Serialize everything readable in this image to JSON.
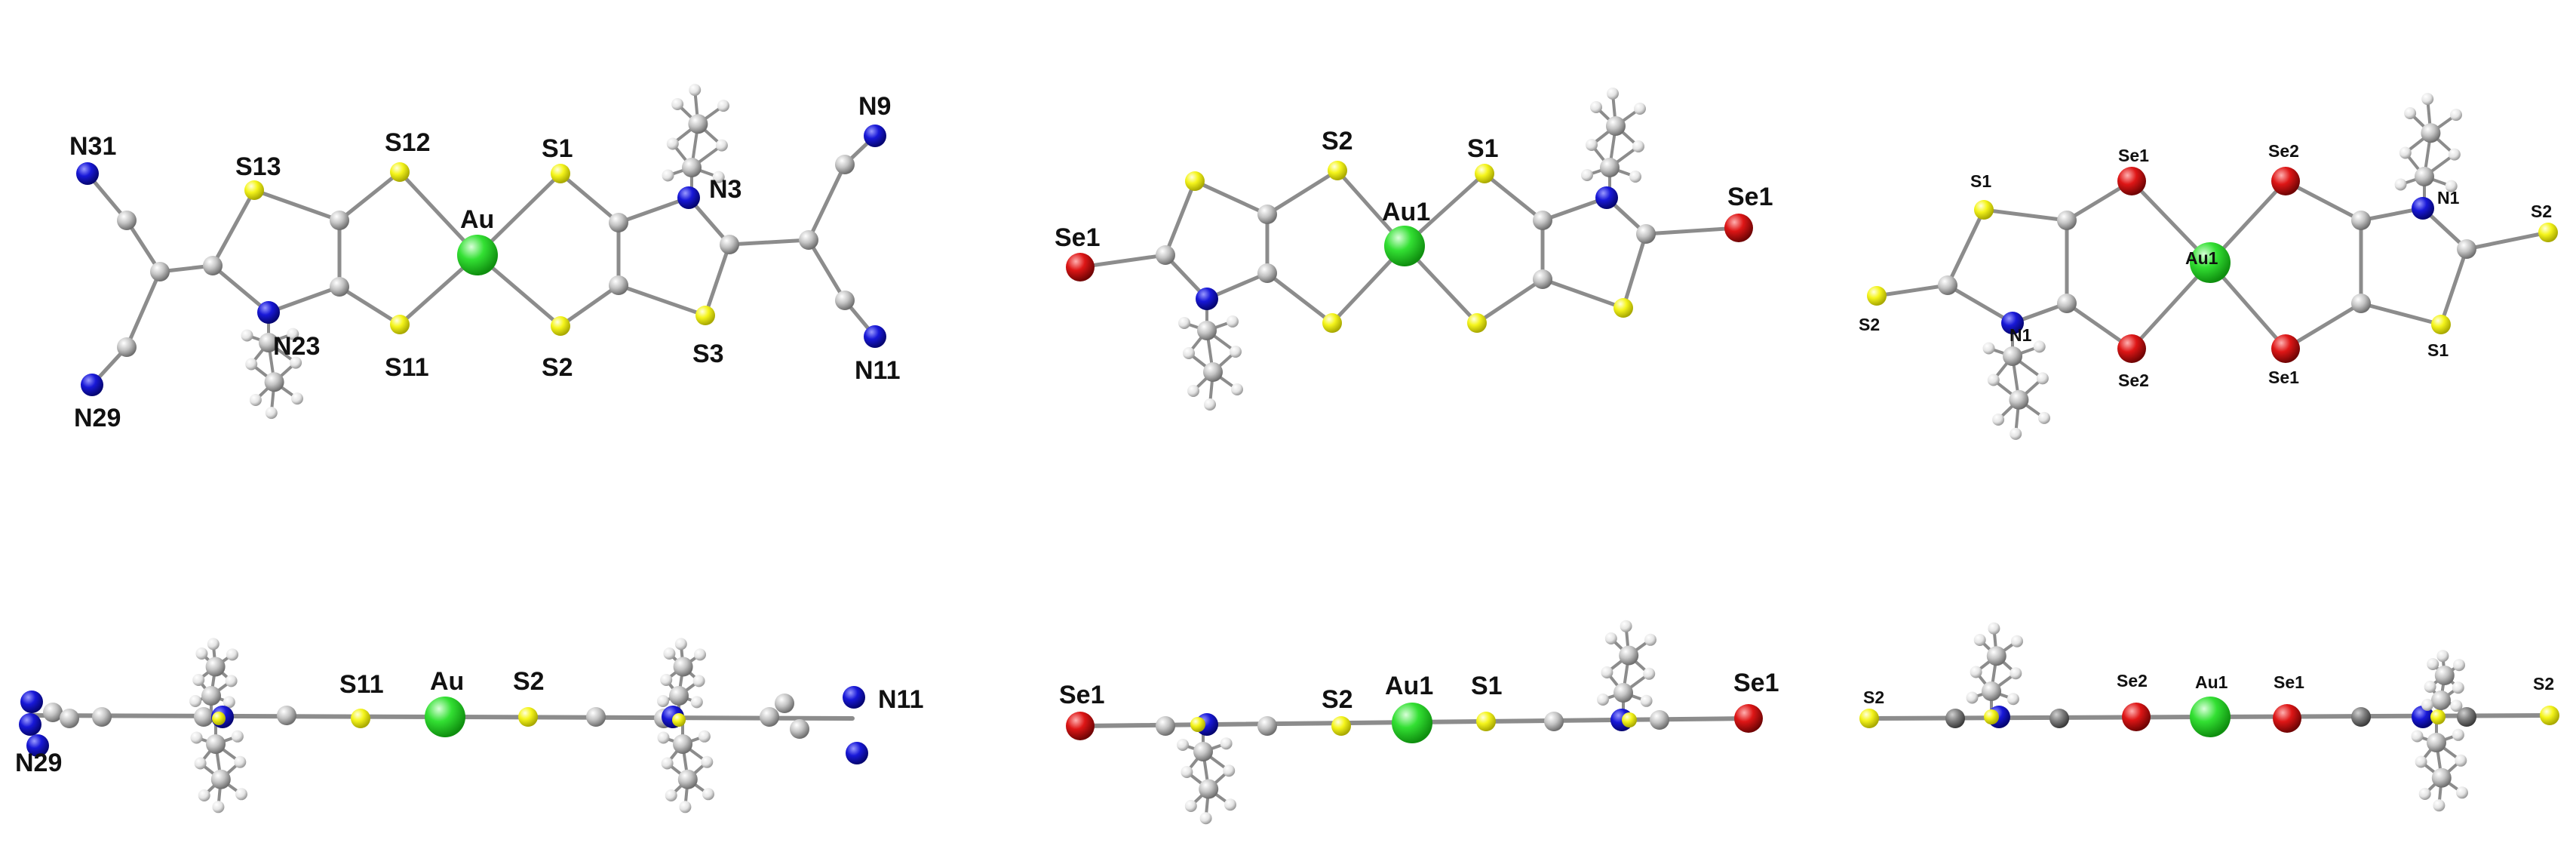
{
  "colors": {
    "gold": "#22dd22",
    "sulfur": "#f2f21a",
    "nitrogen": "#1515d6",
    "selenium": "#dd1414",
    "carbon": "#b8b8b8",
    "carbon_dark": "#7a7a7a",
    "hydrogen": "#e6e6e6",
    "bond": "#8c8c8c"
  },
  "panels": {
    "a_top": {
      "Au": "Au",
      "S1": "S1",
      "S2": "S2",
      "S3": "S3",
      "S11": "S11",
      "S12": "S12",
      "S13": "S13",
      "N3": "N3",
      "N9": "N9",
      "N11": "N11",
      "N23": "N23",
      "N29": "N29",
      "N31": "N31"
    },
    "b_top": {
      "Au1": "Au1",
      "S1": "S1",
      "S2": "S2",
      "Se1_left": "Se1",
      "Se1_right": "Se1"
    },
    "c_top": {
      "Au1": "Au1",
      "Se1_a": "Se1",
      "Se2_a": "Se2",
      "Se1_b": "Se1",
      "Se2_b": "Se2",
      "S1_a": "S1",
      "S1_b": "S1",
      "S2_a": "S2",
      "S2_b": "S2",
      "N1_a": "N1",
      "N1_b": "N1"
    },
    "a_side": {
      "S11": "S11",
      "Au": "Au",
      "S2": "S2",
      "N11": "N11",
      "N29": "N29"
    },
    "b_side": {
      "Se1_left": "Se1",
      "S2": "S2",
      "Au1": "Au1",
      "S1": "S1",
      "Se1_right": "Se1"
    },
    "c_side": {
      "S2_left": "S2",
      "Se2": "Se2",
      "Au1": "Au1",
      "Se1": "Se1",
      "S2_right": "S2"
    }
  }
}
